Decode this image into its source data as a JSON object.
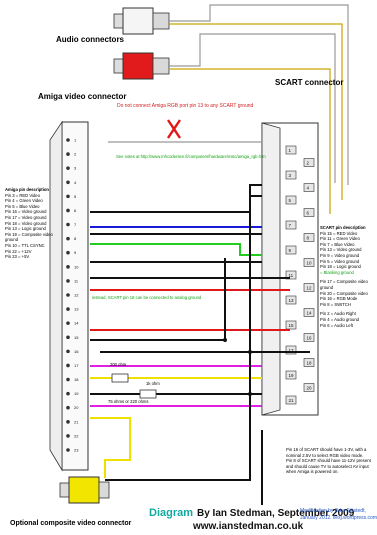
{
  "labels": {
    "audio_connectors": "Audio connectors",
    "scart_connector": "SCART connector",
    "amiga_video_connector": "Amiga video connector",
    "optional_composite": "Optional composite video connector",
    "warning": "Do not connect Amiga RGB port pin 13 to any SCART ground",
    "see_notes": "See notes at http://www.mhcodersen.fi/computers/hardware/misc/amiga_rgb.htm",
    "instead_note": "instead, SCART pin 18 can be connected to analog ground",
    "resistor_200": "200 ohm",
    "resistor_1k": "1k ohm",
    "resistor_75": "75 ohms or 220 ohms"
  },
  "amiga_pins": {
    "title": "Amiga pin description",
    "items": [
      "Pin 3 = RED Video",
      "Pin 4 = Green Video",
      "Pin 5 = Blue Video",
      "Pin 16 = Video ground",
      "Pin 17 = Video ground",
      "Pin 18 = Video ground",
      "Pin 13 = Logic ground",
      "Pin 19 = Composite video",
      "ground",
      "Pin 10 = TTL CSYNC",
      "Pin 22 = +12V",
      "Pin 23 = +5V"
    ]
  },
  "scart_pins": {
    "title": "SCART pin description",
    "items": [
      "Pin 15 = RED Video",
      "Pin 11 = Green Video",
      "Pin 7 = Blue Video",
      "Pin 13 = Video ground",
      "Pin 9 = Video ground",
      "Pin 5 = Video ground",
      "Pin 18 = Logic ground",
      "= Blanking ground",
      "Pin 17 = Composite video",
      "ground",
      "Pin 20 = Composite video",
      "Pin 16 = RGB Mode",
      "Pin 8 = SWITCH",
      "Pin 2 = Audio Right",
      "Pin 4 = Audio ground",
      "Pin 6 = Audio Left"
    ]
  },
  "bottom_note": [
    "Pin 16 of SCART should have 1-3V, with a",
    "nominal 2.5V to select RGB video mode.",
    "Pin 8 of SCART should have 11-12V present",
    "and should cause TV to autoselect AV input",
    "when Amiga is powered on."
  ],
  "amiga_pin_numbers": [
    "1",
    "2",
    "3",
    "4",
    "5",
    "6",
    "7",
    "8",
    "9",
    "10",
    "11",
    "12",
    "13",
    "14",
    "15",
    "16",
    "17",
    "18",
    "19",
    "20",
    "21",
    "22",
    "23"
  ],
  "scart_pin_numbers": [
    "1",
    "2",
    "3",
    "4",
    "5",
    "6",
    "7",
    "8",
    "9",
    "10",
    "11",
    "12",
    "13",
    "14",
    "15",
    "16",
    "17",
    "18",
    "19",
    "20",
    "21"
  ],
  "footer": {
    "diagram": "Diagram",
    "by": "By Ian Stedman, September 2009",
    "url": "www.ianstedman.co.uk",
    "mod_line1": "Modification by Ilkka Sjöstedt,",
    "mod_line2": "January 2012. ilesj.wordpress.com"
  },
  "colors": {
    "red": "#e01818",
    "green": "#22cc22",
    "blue": "#1a1ad8",
    "magenta": "#e020e0",
    "yellow": "#f0e000",
    "black": "#111111",
    "grey": "#999999"
  }
}
